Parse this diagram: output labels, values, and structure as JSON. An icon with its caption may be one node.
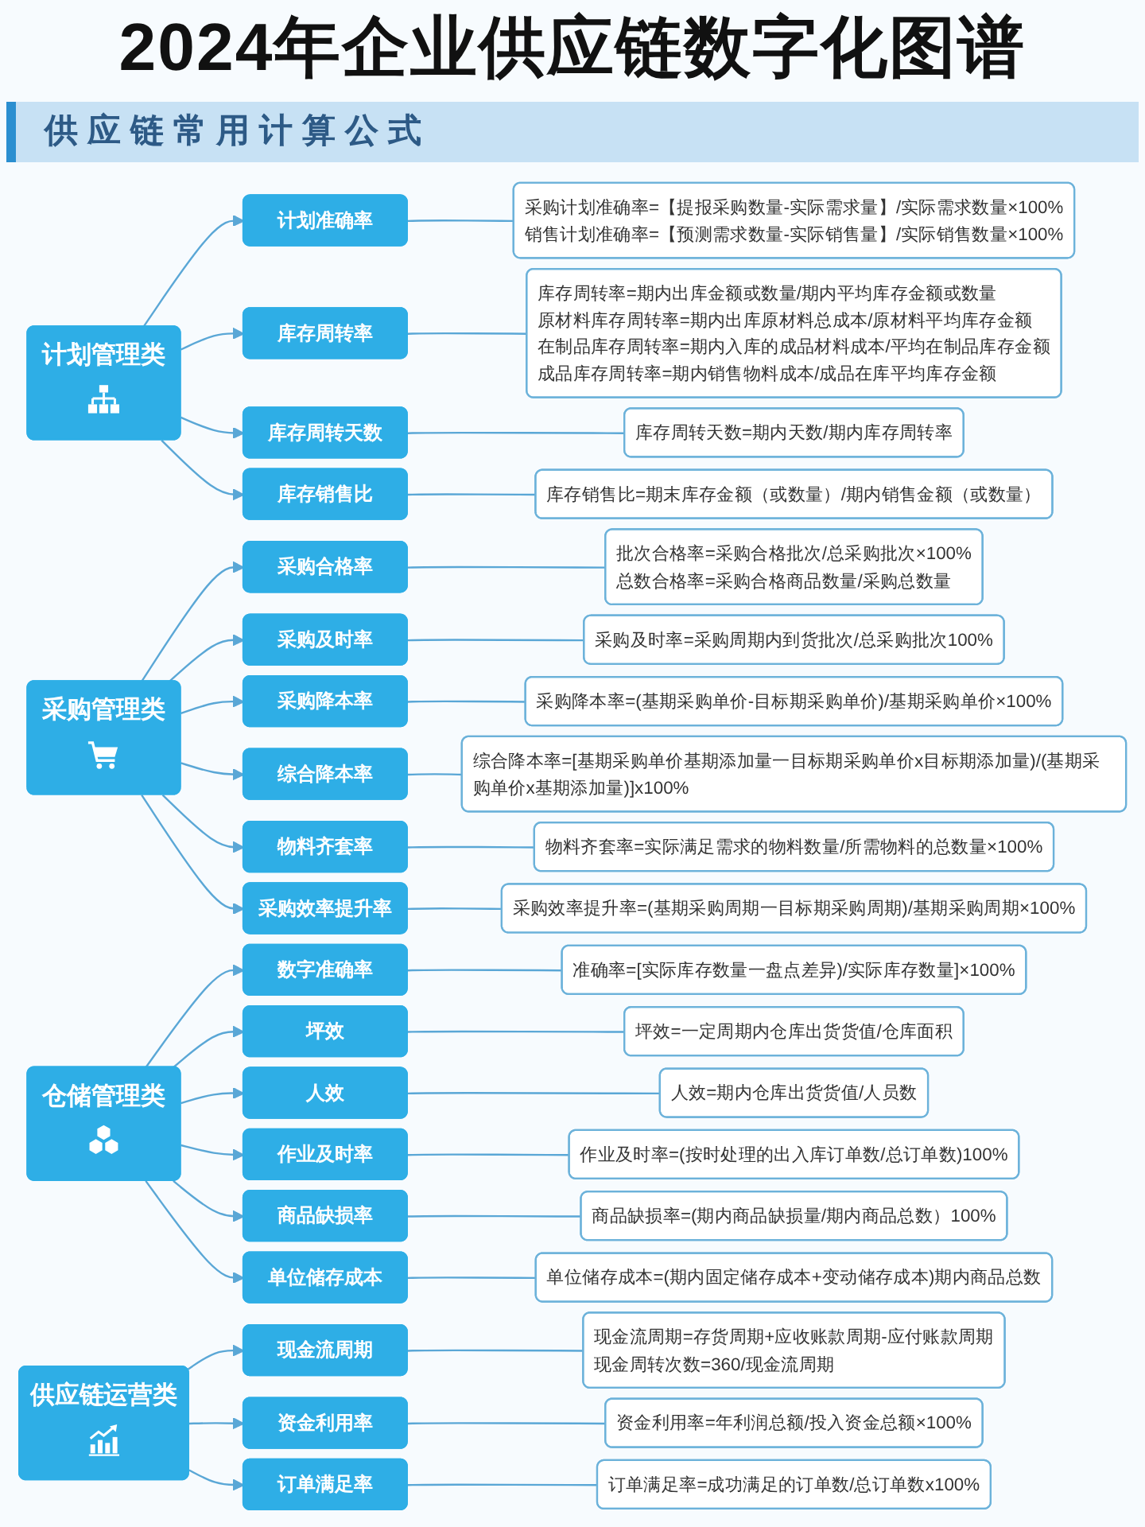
{
  "diagram": {
    "title": "2024年企业供应链数字化图谱",
    "nodes": [
      {
        "text": [
          "计划管理类"
        ]
      },
      {
        "text": [
          "计划准确率"
        ]
      },
      {
        "text": [
          "采购计划准确率=【提报采购数量-实际需求量】/实际需求数量×100%",
          "销售计划准确率=【预测需求数量-实际销售量】/实际销售数量×100%"
        ]
      },
      {
        "text": [
          "库存周转率"
        ]
      },
      {
        "text": [
          "库存周转率=期内出库金额或数量/期内平均库存金额或数量",
          "原材料库存周转率=期内出库原材料总成本/原材料平均库存金额",
          "在制品库存周转率=期内入库的成品材料成本/平均在制品库存金额",
          "成品库存周转率=期内销售物料成本/成品在库平均库存金额"
        ]
      },
      {
        "text": [
          "库存周转天数"
        ]
      },
      {
        "text": [
          "库存周转天数=期内天数/期内库存周转率"
        ]
      },
      {
        "text": [
          "库存销售比"
        ]
      },
      {
        "text": [
          "库存销售比=期末库存金额（或数量）/期内销售金额（或数量）"
        ]
      },
      {
        "text": [
          "采购管理类"
        ]
      },
      {
        "text": [
          "采购合格率"
        ]
      },
      {
        "text": [
          "批次合格率=采购合格批次/总采购批次×100%",
          "总数合格率=采购合格商品数量/采购总数量"
        ]
      },
      {
        "text": [
          "采购及时率"
        ]
      },
      {
        "text": [
          "采购及时率=采购周期内到货批次/总采购批次100%"
        ]
      },
      {
        "text": [
          "采购降本率"
        ]
      },
      {
        "text": [
          "采购降本率=(基期采购单价-目标期采购单价)/基期采购单价×100%"
        ]
      },
      {
        "text": [
          "综合降本率"
        ]
      },
      {
        "text": [
          "综合降本率=[基期采购单价基期添加量一目标期采购单价x目标期添加量)/(基期采购单价x基期添加量)]x100%"
        ]
      },
      {
        "text": [
          "物料齐套率"
        ]
      },
      {
        "text": [
          "物料齐套率=实际满足需求的物料数量/所需物料的总数量×100%"
        ]
      },
      {
        "text": [
          "采购效率提升率"
        ]
      },
      {
        "text": [
          "采购效率提升率=(基期采购周期一目标期采购周期)/基期采购周期×100%"
        ]
      },
      {
        "text": [
          "仓储管理类"
        ]
      },
      {
        "text": [
          "数字准确率"
        ]
      },
      {
        "text": [
          "准确率=[实际库存数量一盘点差异)/实际库存数量]×100%"
        ]
      },
      {
        "text": [
          "坪效"
        ]
      },
      {
        "text": [
          "坪效=一定周期内仓库出货货值/仓库面积"
        ]
      },
      {
        "text": [
          "人效"
        ]
      },
      {
        "text": [
          "人效=期内仓库出货货值/人员数"
        ]
      },
      {
        "text": [
          "作业及时率"
        ]
      },
      {
        "text": [
          "作业及时率=(按时处理的出入库订单数/总订单数)100%"
        ]
      },
      {
        "text": [
          "商品缺损率"
        ]
      },
      {
        "text": [
          "商品缺损率=(期内商品缺损量/期内商品总数）100%"
        ]
      },
      {
        "text": [
          "单位储存成本"
        ]
      },
      {
        "text": [
          "单位储存成本=(期内固定储存成本+变动储存成本)期内商品总数"
        ]
      },
      {
        "text": [
          "供应链运营类"
        ]
      },
      {
        "text": [
          "现金流周期"
        ]
      },
      {
        "text": [
          "现金流周期=存货周期+应收账款周期-应付账款周期",
          "现金周转次数=360/现金流周期"
        ]
      },
      {
        "text": [
          "资金利用率"
        ]
      },
      {
        "text": [
          "资金利用率=年利润总额/投入资金总额×100%"
        ]
      },
      {
        "text": [
          "订单满足率"
        ]
      },
      {
        "text": [
          "订单满足率=成功满足的订单数/总订单数x100%"
        ]
      }
    ],
    "edges": [
      {
        "from": 0,
        "to": 1,
        "arrow": "to"
      },
      {
        "from": 1,
        "to": 2,
        "arrow": "none"
      },
      {
        "from": 0,
        "to": 3,
        "arrow": "to"
      },
      {
        "from": 3,
        "to": 4,
        "arrow": "none"
      },
      {
        "from": 0,
        "to": 5,
        "arrow": "to"
      },
      {
        "from": 5,
        "to": 6,
        "arrow": "none"
      },
      {
        "from": 0,
        "to": 7,
        "arrow": "to"
      },
      {
        "from": 7,
        "to": 8,
        "arrow": "none"
      },
      {
        "from": 9,
        "to": 10,
        "arrow": "to"
      },
      {
        "from": 10,
        "to": 11,
        "arrow": "none"
      },
      {
        "from": 9,
        "to": 12,
        "arrow": "to"
      },
      {
        "from": 12,
        "to": 13,
        "arrow": "none"
      },
      {
        "from": 9,
        "to": 14,
        "arrow": "to"
      },
      {
        "from": 14,
        "to": 15,
        "arrow": "none"
      },
      {
        "from": 9,
        "to": 16,
        "arrow": "to"
      },
      {
        "from": 16,
        "to": 17,
        "arrow": "none"
      },
      {
        "from": 9,
        "to": 18,
        "arrow": "to"
      },
      {
        "from": 18,
        "to": 19,
        "arrow": "none"
      },
      {
        "from": 9,
        "to": 20,
        "arrow": "to"
      },
      {
        "from": 20,
        "to": 21,
        "arrow": "none"
      },
      {
        "from": 22,
        "to": 23,
        "arrow": "to"
      },
      {
        "from": 23,
        "to": 24,
        "arrow": "none"
      },
      {
        "from": 22,
        "to": 25,
        "arrow": "to"
      },
      {
        "from": 25,
        "to": 26,
        "arrow": "none"
      },
      {
        "from": 22,
        "to": 27,
        "arrow": "to"
      },
      {
        "from": 27,
        "to": 28,
        "arrow": "none"
      },
      {
        "from": 22,
        "to": 29,
        "arrow": "to"
      },
      {
        "from": 29,
        "to": 30,
        "arrow": "none"
      },
      {
        "from": 22,
        "to": 31,
        "arrow": "to"
      },
      {
        "from": 31,
        "to": 32,
        "arrow": "none"
      },
      {
        "from": 22,
        "to": 33,
        "arrow": "to"
      },
      {
        "from": 33,
        "to": 34,
        "arrow": "none"
      },
      {
        "from": 35,
        "to": 36,
        "arrow": "to"
      },
      {
        "from": 36,
        "to": 37,
        "arrow": "none"
      },
      {
        "from": 35,
        "to": 38,
        "arrow": "to"
      },
      {
        "from": 38,
        "to": 39,
        "arrow": "none"
      },
      {
        "from": 35,
        "to": 40,
        "arrow": "to"
      },
      {
        "from": 40,
        "to": 41,
        "arrow": "none"
      }
    ],
    "labels": [
      "供应链常用计算公式"
    ]
  }
}
